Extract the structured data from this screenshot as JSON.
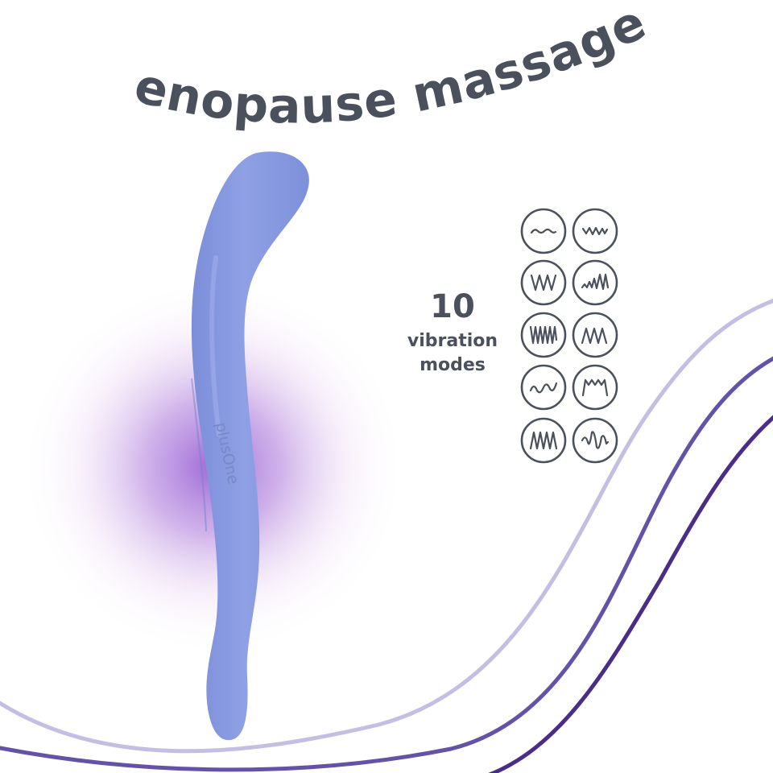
{
  "headline": "menopause massager",
  "feature": {
    "count": "10",
    "label_line1": "vibration",
    "label_line2": "modes"
  },
  "brand": "plusOne",
  "colors": {
    "text": "#4b505d",
    "device": "#8a9ce2",
    "glow": "#9a62d6",
    "wave_light": "#c4bfe2",
    "wave_mid": "#6452a8",
    "wave_dark": "#4a2d86"
  },
  "vibration_modes": [
    {
      "icon": "gentle-wave-icon"
    },
    {
      "icon": "small-zigzag-icon"
    },
    {
      "icon": "medium-zigzag-icon"
    },
    {
      "icon": "ramping-zigzag-icon"
    },
    {
      "icon": "dense-zigzag-icon"
    },
    {
      "icon": "triple-peak-icon"
    },
    {
      "icon": "smooth-wave-icon"
    },
    {
      "icon": "square-pulse-icon"
    },
    {
      "icon": "sharp-peak-icon"
    },
    {
      "icon": "irregular-wave-icon"
    }
  ]
}
